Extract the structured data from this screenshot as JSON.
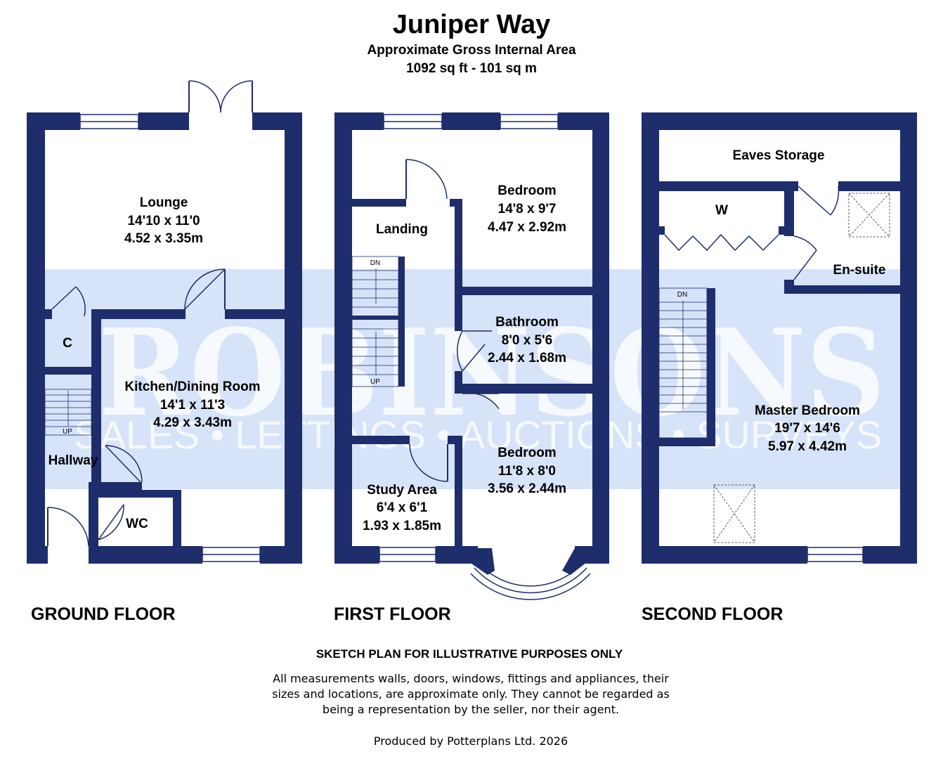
{
  "header": {
    "title": "Juniper Way",
    "area_label": "Approximate Gross Internal Area",
    "area_value": "1092 sq ft - 101 sq m"
  },
  "floors": {
    "ground": "GROUND FLOOR",
    "first": "FIRST FLOOR",
    "second": "SECOND FLOOR"
  },
  "rooms": {
    "lounge": {
      "name": "Lounge",
      "imperial": "14'10 x 11'0",
      "metric": "4.52 x 3.35m"
    },
    "kitchen": {
      "name": "Kitchen/Dining Room",
      "imperial": "14'1 x 11'3",
      "metric": "4.29 x 3.43m"
    },
    "cupboard": {
      "name": "C"
    },
    "hallway": {
      "name": "Hallway"
    },
    "wc": {
      "name": "WC"
    },
    "landing": {
      "name": "Landing"
    },
    "bedroom1": {
      "name": "Bedroom",
      "imperial": "14'8 x 9'7",
      "metric": "4.47 x 2.92m"
    },
    "bathroom": {
      "name": "Bathroom",
      "imperial": "8'0 x 5'6",
      "metric": "2.44 x 1.68m"
    },
    "bedroom2": {
      "name": "Bedroom",
      "imperial": "11'8 x 8'0",
      "metric": "3.56 x 2.44m"
    },
    "study": {
      "name": "Study Area",
      "imperial": "6'4 x 6'1",
      "metric": "1.93 x 1.85m"
    },
    "eaves": {
      "name": "Eaves Storage"
    },
    "wardrobe": {
      "name": "W"
    },
    "ensuite": {
      "name": "En-suite"
    },
    "master": {
      "name": "Master Bedroom",
      "imperial": "19'7 x 14'6",
      "metric": "5.97 x 4.42m"
    }
  },
  "stairs": {
    "up": "UP",
    "down": "DN"
  },
  "watermark": {
    "brand": "ROBINSONS",
    "tagline": "SALES • LETTINGS • AUCTIONS • SURVEYS"
  },
  "footer": {
    "notice": "SKETCH PLAN FOR ILLUSTRATIVE PURPOSES ONLY",
    "disclaimer_1": "All measurements walls, doors, windows, fittings and appliances, their",
    "disclaimer_2": "sizes and locations, are approximate only. They cannot be regarded as",
    "disclaimer_3": "being a representation by the seller, nor their agent.",
    "credit": "Produced by Potterplans Ltd. 2026"
  },
  "colors": {
    "wall": "#1e2d6b",
    "band": "#d6e3f8",
    "floor": "#ffffff"
  }
}
